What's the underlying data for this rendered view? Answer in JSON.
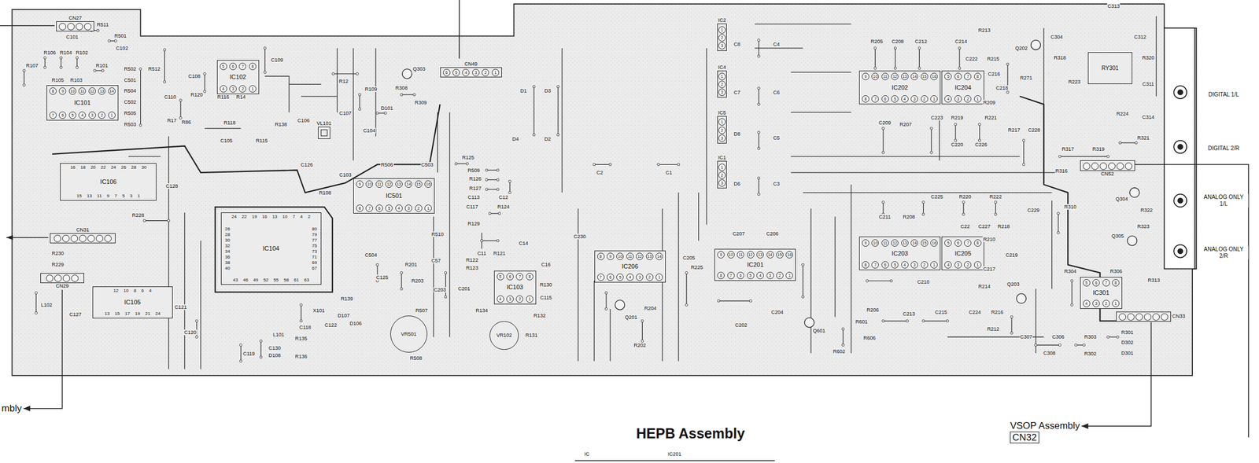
{
  "diagram": {
    "title": "HEPB Assembly",
    "nodes": [
      {
        "text": [
          "CN27"
        ]
      },
      {
        "text": [
          "8 9 10 11 12 13 14",
          "IC101",
          "7 6 5 4 3 2 1"
        ]
      },
      {
        "text": [
          "5 6 7 8",
          "IC102",
          "4 3 2 1"
        ]
      },
      {
        "text": [
          "16 18 20 22 24 26 28 30",
          "IC106",
          "15 13 11 9 7 5 3 1"
        ]
      },
      {
        "text": [
          "CN31"
        ]
      },
      {
        "text": [
          "CN29"
        ]
      },
      {
        "text": [
          "12 10 8 6 4",
          "IC105",
          "13 15 17 19 21 24"
        ]
      },
      {
        "text": [
          "24 22 19 16 13 10 7 4 2",
          "26 28 30 32 34 36 38 40",
          "IC104",
          "80 79 77 75 73 71 69 67",
          "43 46 49 52 55 58 61 63"
        ]
      },
      {
        "text": [
          "VL101"
        ]
      },
      {
        "text": [
          "9 10 11 12 13 14 15 16",
          "IC501",
          "8 7 6 5 4 3 2 1"
        ]
      },
      {
        "text": [
          "CN49",
          "6 5 4 3 2 1"
        ]
      },
      {
        "text": [
          "5 6 7 8",
          "IC103",
          "4 3 2 1"
        ]
      },
      {
        "text": [
          "VR501"
        ]
      },
      {
        "text": [
          "VR102"
        ]
      },
      {
        "text": [
          "8 9 10 11 12 13 14",
          "IC206",
          "7 6 5 4 3 2 1"
        ]
      },
      {
        "text": [
          "IC2",
          "1 2 3"
        ]
      },
      {
        "text": [
          "IC4",
          "1 2 3"
        ]
      },
      {
        "text": [
          "IC5",
          "1 2 3"
        ]
      },
      {
        "text": [
          "IC1",
          "1 2 3"
        ]
      },
      {
        "text": [
          "9 10 11 12 13 14 15 16",
          "IC201",
          "8 7 6 5 4 3 2 1"
        ]
      },
      {
        "text": [
          "9 10 11 12 13 14 15 16",
          "IC202",
          "8 7 6 5 4 3 2 1"
        ]
      },
      {
        "text": [
          "5 6 7 8",
          "IC204",
          "4 3 2 1"
        ]
      },
      {
        "text": [
          "RY301"
        ]
      },
      {
        "text": [
          "CN52"
        ]
      },
      {
        "text": [
          "9 10 11 12 13 14 15 16",
          "IC203",
          "8 7 6 5 4 3 2 1"
        ]
      },
      {
        "text": [
          "5 6 7 8",
          "IC205",
          "4 3 2 1"
        ]
      },
      {
        "text": [
          "5 6 7 8",
          "IC301",
          "4 3 2 1"
        ]
      },
      {
        "text": [
          "CN33"
        ]
      },
      {
        "text": [
          "mbly"
        ]
      },
      {
        "text": [
          "VSOP Assembly",
          "CN32"
        ]
      }
    ],
    "edges": [
      {
        "from": 5,
        "to": 28,
        "arrow": "to"
      },
      {
        "from": 27,
        "to": 29,
        "arrow": "to"
      }
    ],
    "labels": [
      "C101",
      "R511",
      "R501",
      "R106",
      "R104",
      "R102",
      "R101",
      "R107",
      "R105",
      "R103",
      "C102",
      "R502",
      "C501",
      "R504",
      "C502",
      "R505",
      "R503",
      "R512",
      "C108",
      "C109",
      "R12",
      "R109",
      "C110",
      "R120",
      "R116",
      "R14",
      "R86",
      "R118",
      "R17",
      "C105",
      "R115",
      "R138",
      "C106",
      "C104",
      "C107",
      "D101",
      "Q303",
      "R308",
      "R309",
      "D1",
      "D3",
      "D4",
      "D2",
      "C128",
      "C126",
      "C103",
      "R108",
      "R506",
      "C503",
      "R125",
      "R509",
      "R126",
      "R127",
      "C113",
      "C12",
      "C117",
      "R124",
      "R129",
      "R510",
      "R228",
      "R230",
      "R229",
      "L102",
      "C127",
      "C121",
      "C504",
      "C125",
      "R201",
      "R203",
      "C57",
      "C11",
      "R121",
      "R122",
      "R123",
      "C14",
      "C16",
      "C203",
      "C201",
      "R507",
      "R134",
      "R130",
      "C115",
      "R132",
      "R131",
      "R508",
      "R139",
      "X101",
      "D107",
      "D106",
      "C122",
      "C118",
      "R135",
      "L101",
      "C120",
      "C119",
      "C130",
      "D108",
      "R136",
      "C230",
      "C2",
      "C1",
      "Q201",
      "R204",
      "R202",
      "C205",
      "R225",
      "C207",
      "C206",
      "C204",
      "C202",
      "Q601",
      "R601",
      "R606",
      "R602",
      "C8",
      "C4",
      "C7",
      "C6",
      "D8",
      "C5",
      "D6",
      "C3",
      "R205",
      "C208",
      "C212",
      "C214",
      "R213",
      "C222",
      "R215",
      "Q202",
      "C216",
      "C218",
      "R271",
      "R209",
      "C209",
      "R207",
      "C223",
      "R219",
      "R221",
      "C220",
      "C226",
      "R217",
      "C228",
      "R317",
      "R319",
      "R316",
      "C225",
      "R220",
      "R222",
      "C229",
      "C211",
      "R208",
      "C22",
      "C227",
      "R218",
      "R210",
      "C219",
      "C217",
      "C210",
      "R214",
      "Q203",
      "R206",
      "C213",
      "C215",
      "C224",
      "R216",
      "R212",
      "C307",
      "C306",
      "C308",
      "R303",
      "R302",
      "R301",
      "D302",
      "D301",
      "R304",
      "R306",
      "C313",
      "C304",
      "C312",
      "R318",
      "R320",
      "R223",
      "C311",
      "R224",
      "C314",
      "R321",
      "R310",
      "Q304",
      "R322",
      "R323",
      "Q305",
      "R313",
      "DIGITAL 1/L",
      "DIGITAL 2/R",
      "ANALOG ONLY 1/L",
      "ANALOG ONLY 2/R",
      "IC",
      "IC201"
    ]
  }
}
